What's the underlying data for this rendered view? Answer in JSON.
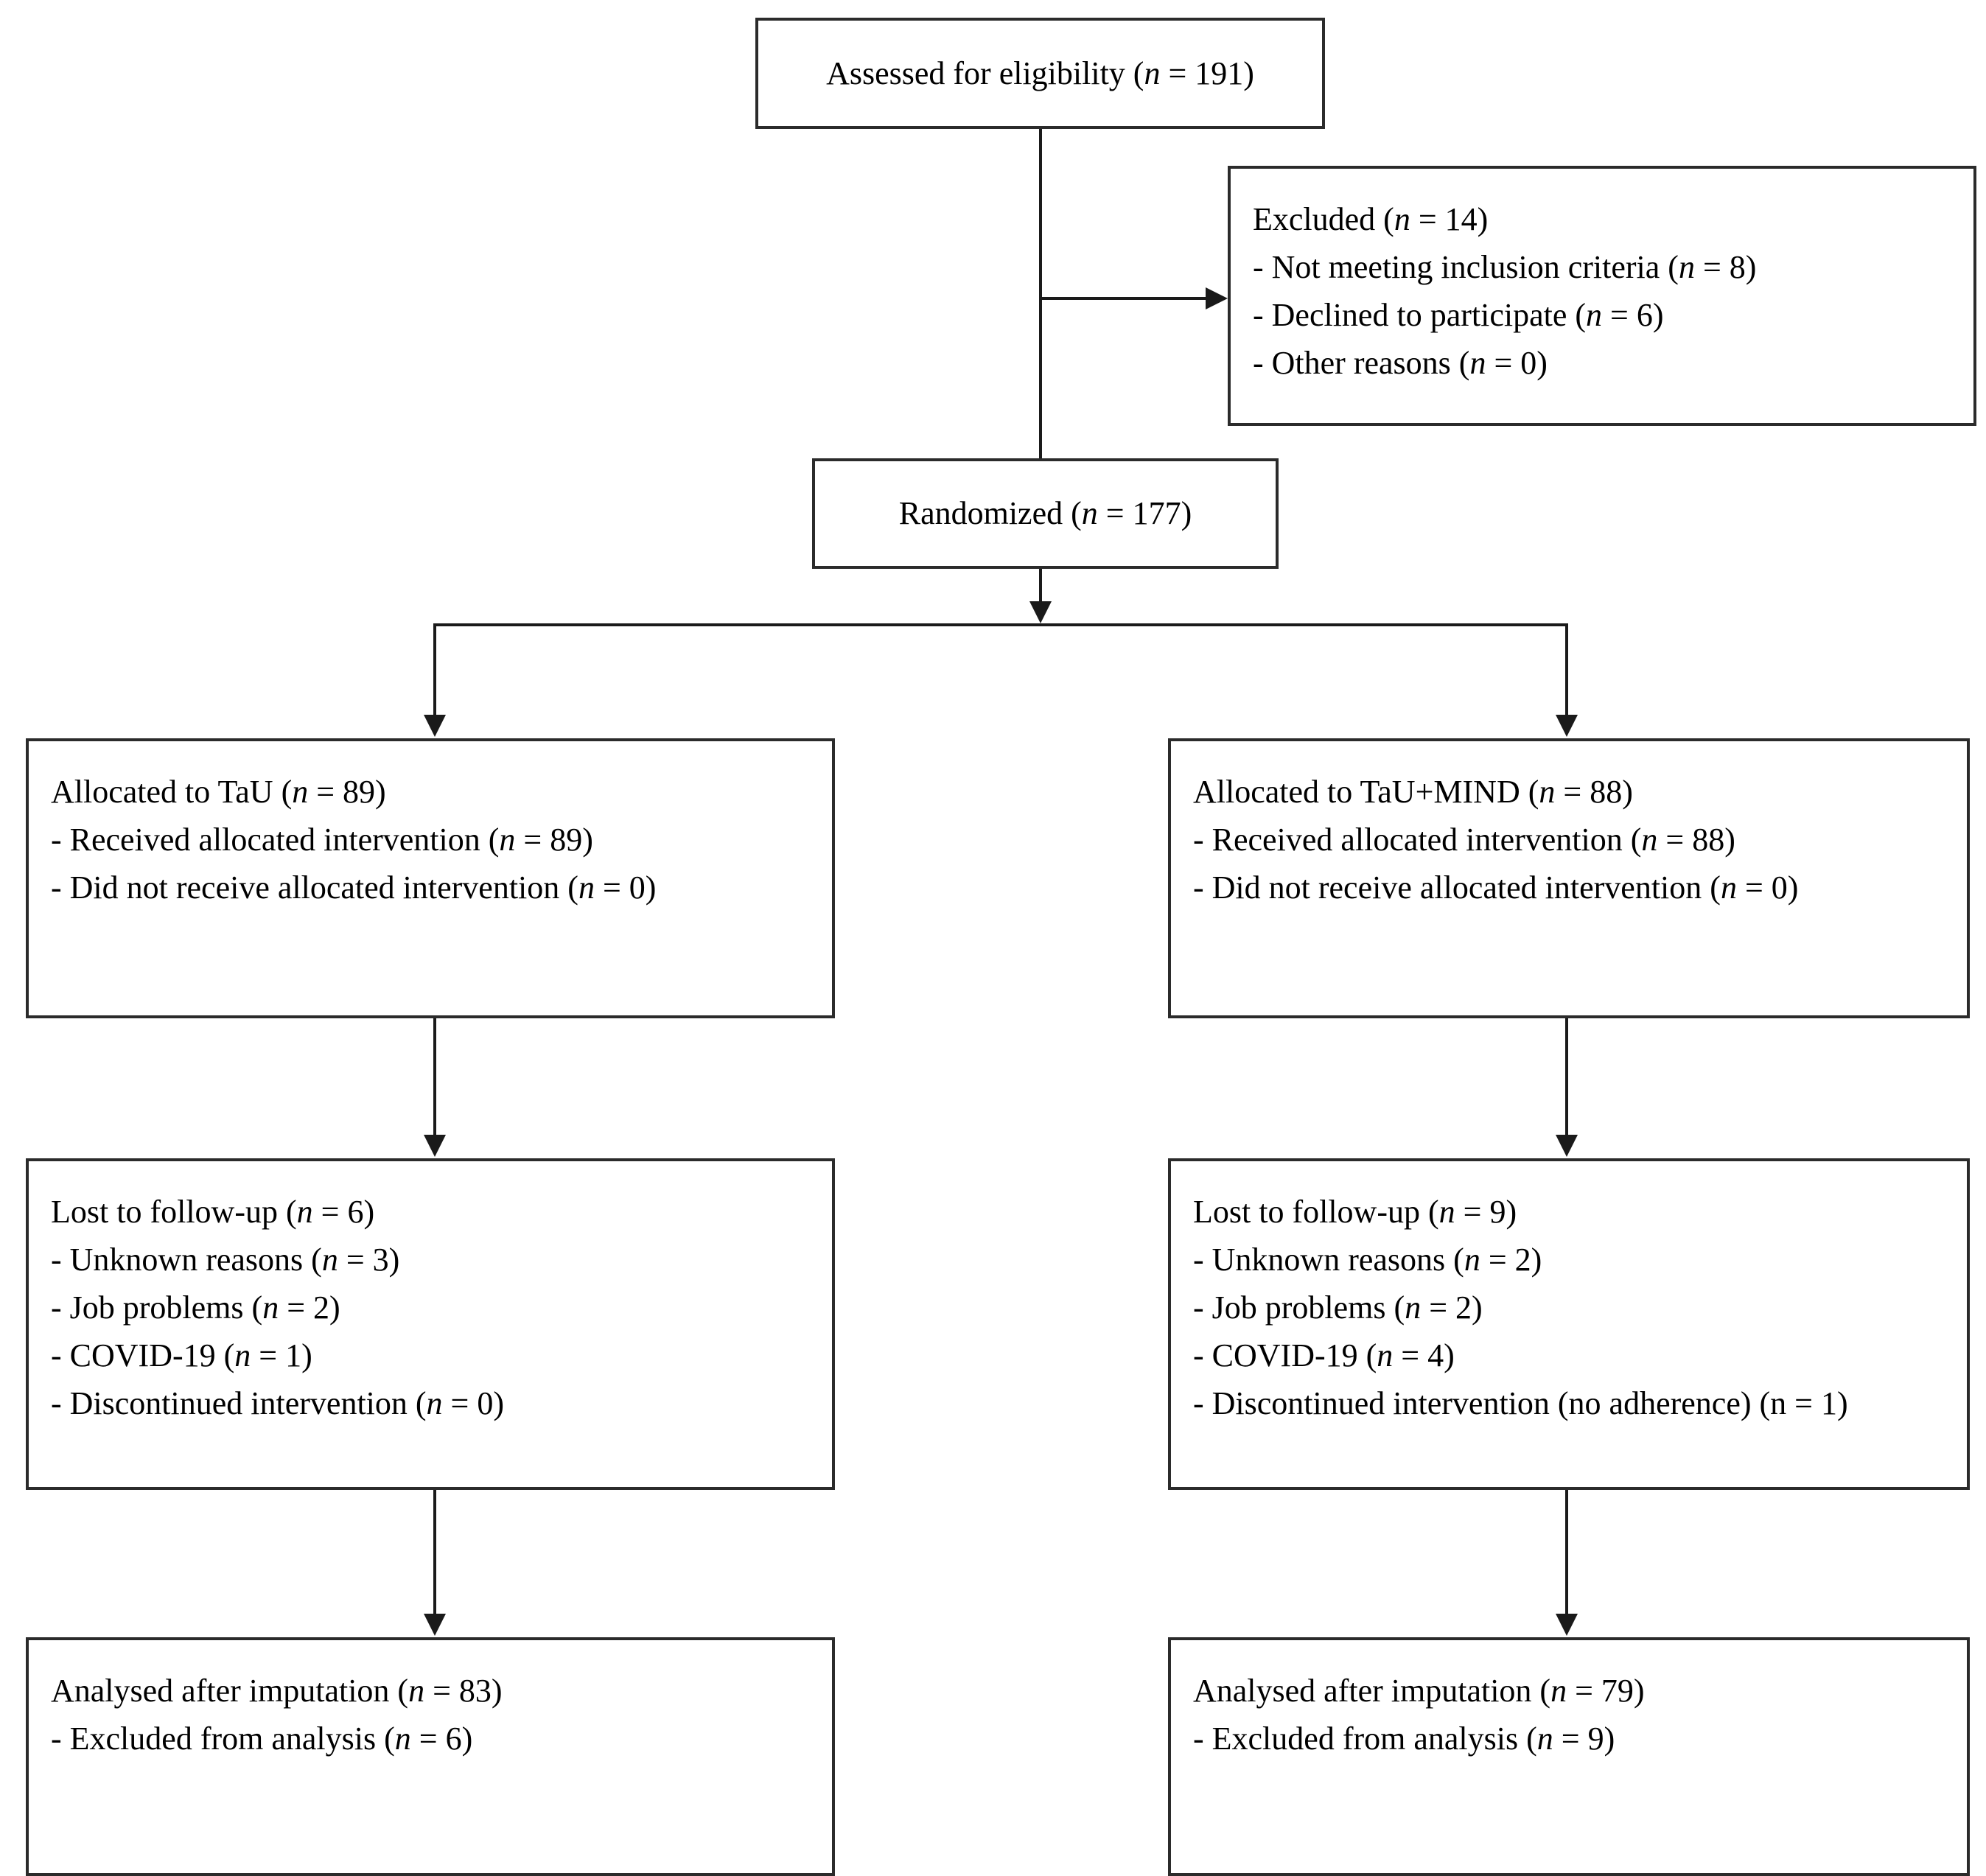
{
  "diagram": {
    "type": "consort-flow-diagram",
    "title": "CONSORT participant flow diagram",
    "italic_variable": "n",
    "line_color": "#1a1a1a",
    "box_border_color": "#2b2b2b",
    "background_color": "#ffffff"
  },
  "nodes": {
    "assessed": {
      "id": "assessed-for-eligibility",
      "lines": [
        {
          "text": "Assessed for eligibility (",
          "var": "n",
          "tail": " = 191)"
        }
      ],
      "full_text": "Assessed for eligibility (n = 191)",
      "count": 191
    },
    "excluded": {
      "id": "excluded",
      "lines": [
        {
          "text": "Excluded  (",
          "var": "n",
          "tail": " = 14)"
        },
        {
          "text": "- Not meeting inclusion criteria (",
          "var": "n",
          "tail": " = 8)"
        },
        {
          "text": "- Declined  to participate (",
          "var": "n",
          "tail": " = 6)"
        },
        {
          "text": "- Other reasons (",
          "var": "n",
          "tail": " = 0)"
        }
      ],
      "full_text": "Excluded (n = 14) - Not meeting inclusion criteria (n = 8) - Declined to participate (n = 6) - Other reasons (n = 0)",
      "count": 14,
      "reasons": [
        {
          "label": "Not meeting inclusion criteria",
          "count": 8
        },
        {
          "label": "Declined to participate",
          "count": 6
        },
        {
          "label": "Other reasons",
          "count": 0
        }
      ]
    },
    "randomized": {
      "id": "randomized",
      "lines": [
        {
          "text": "Randomized (",
          "var": "n",
          "tail": " = 177)"
        }
      ],
      "full_text": "Randomized (n = 177)",
      "count": 177
    },
    "allocated_left": {
      "id": "allocated-tau",
      "lines": [
        {
          "text": "Allocated to TaU (",
          "var": "n",
          "tail": " = 89)"
        },
        {
          "text": "- Received allocated intervention (",
          "var": "n",
          "tail": " = 89)"
        },
        {
          "text": "- Did not receive allocated intervention (",
          "var": "n",
          "tail": " = 0)"
        }
      ],
      "full_text": "Allocated to TaU (n = 89) - Received allocated intervention (n = 89) - Did not receive allocated intervention (n = 0)",
      "arm": "TaU",
      "count": 89
    },
    "allocated_right": {
      "id": "allocated-tau-mind",
      "lines": [
        {
          "text": "Allocated to TaU+MIND  (",
          "var": "n",
          "tail": " = 88)"
        },
        {
          "text": "- Received allocated intervention (",
          "var": "n",
          "tail": " = 88)"
        },
        {
          "text": "- Did not receive allocated intervention (",
          "var": "n",
          "tail": " = 0)"
        }
      ],
      "full_text": "Allocated to TaU+MIND (n = 88) - Received allocated intervention (n = 88) - Did not receive allocated intervention (n = 0)",
      "arm": "TaU+MIND",
      "count": 88
    },
    "followup_left": {
      "id": "lost-to-follow-up-tau",
      "lines": [
        {
          "text": "Lost to follow-up (",
          "var": "n",
          "tail": " = 6)"
        },
        {
          "text": "- Unknown reasons (",
          "var": "n",
          "tail": " = 3)"
        },
        {
          "text": "- Job problems (",
          "var": "n",
          "tail": " = 2)"
        },
        {
          "text": "- COVID-19 (",
          "var": "n",
          "tail": " = 1)"
        },
        {
          "text": "- Discontinued intervention (",
          "var": "n",
          "tail": " = 0)"
        }
      ],
      "full_text": "Lost to follow-up (n = 6) - Unknown reasons (n = 3) - Job problems (n = 2) - COVID-19 (n = 1) - Discontinued intervention (n = 0)",
      "count": 6,
      "reasons": [
        {
          "label": "Unknown reasons",
          "count": 3
        },
        {
          "label": "Job problems",
          "count": 2
        },
        {
          "label": "COVID-19",
          "count": 1
        },
        {
          "label": "Discontinued intervention",
          "count": 0
        }
      ]
    },
    "followup_right": {
      "id": "lost-to-follow-up-tau-mind",
      "lines": [
        {
          "text": "Lost to follow-up (",
          "var": "n",
          "tail": " = 9)"
        },
        {
          "text": "- Unknown reasons (",
          "var": "n",
          "tail": " = 2)"
        },
        {
          "text": "- Job problems (",
          "var": "n",
          "tail": " = 2)"
        },
        {
          "text": "- COVID-19 (",
          "var": "n",
          "tail": " = 4)"
        },
        {
          "text": "- Discontinued intervention (no adherence) (n = 1)",
          "var": "",
          "tail": ""
        }
      ],
      "full_text": "Lost to follow-up (n = 9) - Unknown reasons (n = 2) - Job problems (n = 2) - COVID-19 (n = 4) - Discontinued intervention (no adherence) (n = 1)",
      "count": 9,
      "reasons": [
        {
          "label": "Unknown reasons",
          "count": 2
        },
        {
          "label": "Job problems",
          "count": 2
        },
        {
          "label": "COVID-19",
          "count": 4
        },
        {
          "label": "Discontinued intervention (no adherence)",
          "count": 1
        }
      ]
    },
    "analysed_left": {
      "id": "analysed-tau",
      "lines": [
        {
          "text": "Analysed after imputation (",
          "var": "n",
          "tail": " = 83)"
        },
        {
          "text": "- Excluded  from analysis (",
          "var": "n",
          "tail": " = 6)"
        }
      ],
      "full_text": "Analysed after imputation (n = 83) - Excluded from analysis (n = 6)",
      "count": 83,
      "excluded_from_analysis": 6
    },
    "analysed_right": {
      "id": "analysed-tau-mind",
      "lines": [
        {
          "text": "Analysed after imputation (",
          "var": "n",
          "tail": " = 79)"
        },
        {
          "text": "- Excluded  from analysis (",
          "var": "n",
          "tail": " = 9)"
        }
      ],
      "full_text": "Analysed after imputation (n = 79) - Excluded from analysis (n = 9)",
      "count": 79,
      "excluded_from_analysis": 9
    }
  }
}
